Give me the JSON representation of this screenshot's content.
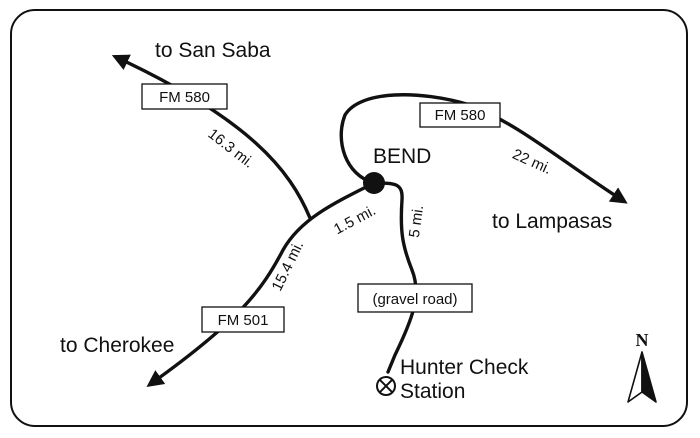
{
  "colors": {
    "ink": "#111111",
    "background": "#ffffff"
  },
  "destinations": {
    "san_saba": "to San Saba",
    "lampasas": "to Lampasas",
    "cherokee": "to Cherokee"
  },
  "town": {
    "name": "BEND"
  },
  "road_signs": {
    "fm580_west": "FM 580",
    "fm580_east": "FM 580",
    "fm501": "FM 501",
    "gravel": "(gravel road)"
  },
  "distances": {
    "to_san_saba": "16.3 mi.",
    "to_lampasas": "22 mi.",
    "to_cherokee": "15.4 mi.",
    "bend_to_junction": "1.5 mi.",
    "bend_to_station": "5 mi."
  },
  "station": {
    "line1": "Hunter Check",
    "line2": "Station",
    "icon": "circle-x-icon"
  },
  "north_arrow": {
    "label": "N",
    "icon": "north-arrow-icon"
  }
}
